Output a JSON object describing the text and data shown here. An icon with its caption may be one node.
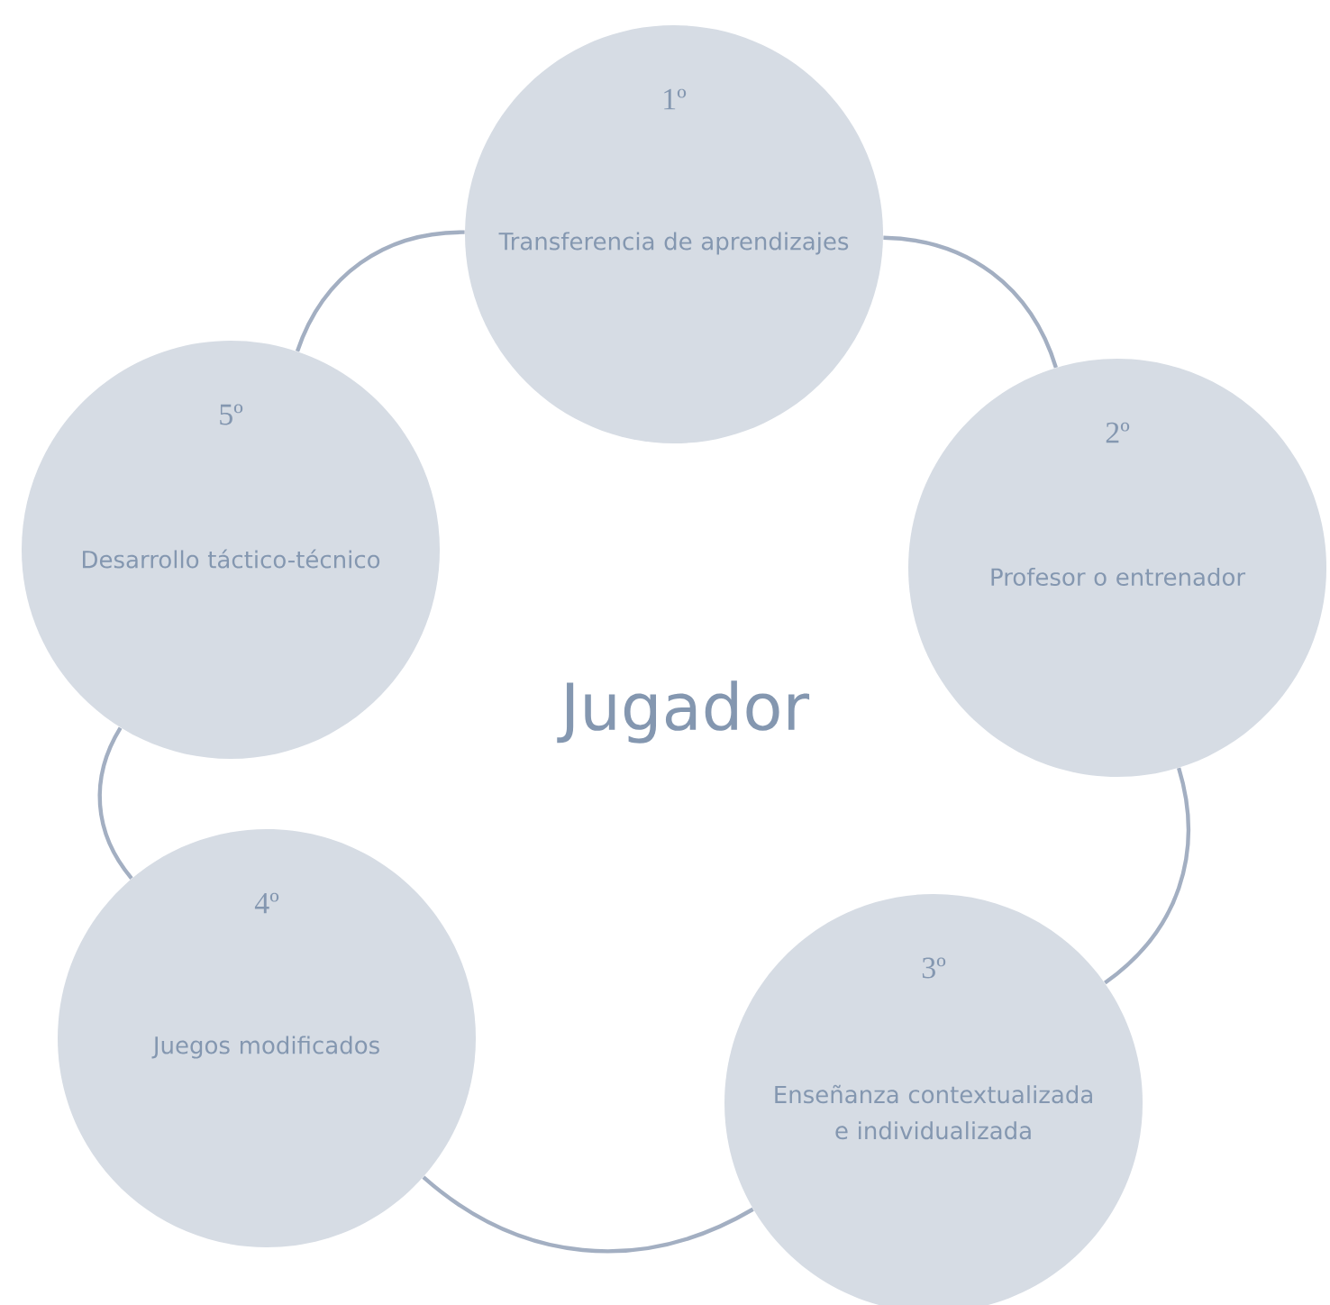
{
  "diagram": {
    "nodes": [
      {
        "text": [
          "1º",
          "Transferencia de aprendizajes"
        ]
      },
      {
        "text": [
          "2º",
          "Profesor o entrenador"
        ]
      },
      {
        "text": [
          "3º",
          "Enseñanza contextualizada e individualizada"
        ]
      },
      {
        "text": [
          "4º",
          "Juegos modificados"
        ]
      },
      {
        "text": [
          "5º",
          "Desarrollo táctico-técnico"
        ]
      }
    ],
    "edges": [
      {
        "from": 0,
        "to": 1,
        "arrow": "none"
      },
      {
        "from": 1,
        "to": 2,
        "arrow": "none"
      },
      {
        "from": 2,
        "to": 3,
        "arrow": "none"
      },
      {
        "from": 3,
        "to": 4,
        "arrow": "none"
      },
      {
        "from": 4,
        "to": 0,
        "arrow": "none"
      }
    ],
    "labels": [
      "Jugador"
    ]
  }
}
